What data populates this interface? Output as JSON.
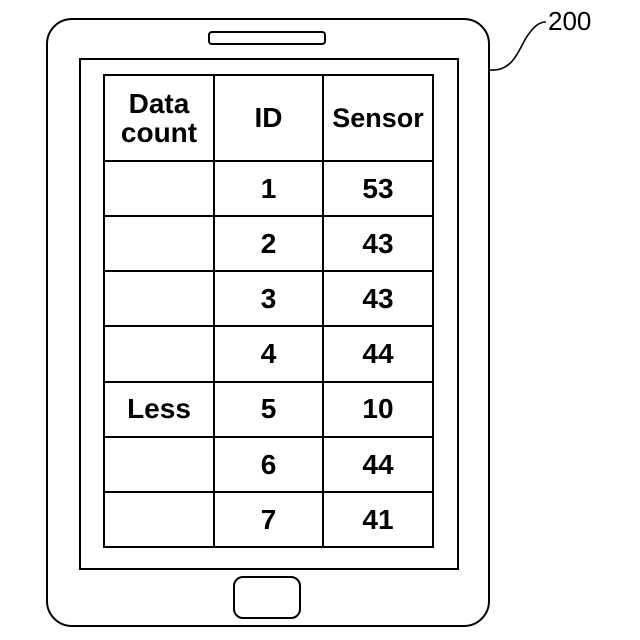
{
  "reference_numeral": "200",
  "table": {
    "headers": [
      "Data\ncount",
      "ID",
      "Sensor"
    ],
    "rows": [
      {
        "data_count": "",
        "id": "1",
        "sensor": "53"
      },
      {
        "data_count": "",
        "id": "2",
        "sensor": "43"
      },
      {
        "data_count": "",
        "id": "3",
        "sensor": "43"
      },
      {
        "data_count": "",
        "id": "4",
        "sensor": "44"
      },
      {
        "data_count": "Less",
        "id": "5",
        "sensor": "10"
      },
      {
        "data_count": "",
        "id": "6",
        "sensor": "44"
      },
      {
        "data_count": "",
        "id": "7",
        "sensor": "41"
      }
    ]
  }
}
